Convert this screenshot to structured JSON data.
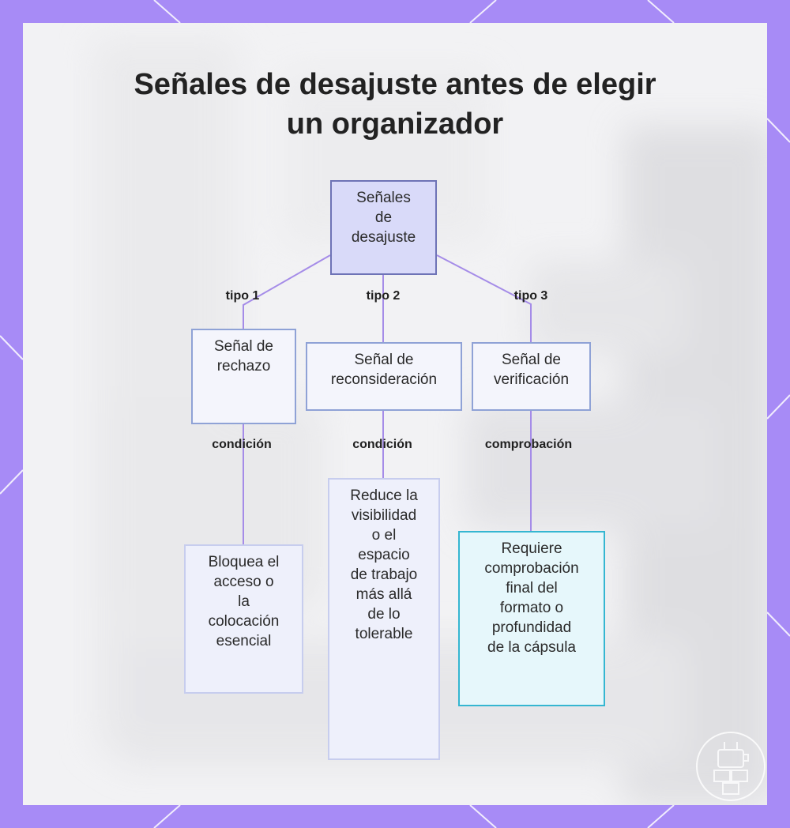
{
  "title_lines": [
    "Señales de desajuste antes de elegir",
    "un organizador"
  ],
  "nodes": {
    "root": [
      "Señales",
      "de",
      "desajuste"
    ],
    "rechazo": [
      "Señal de",
      "rechazo"
    ],
    "reconsideracion": [
      "Señal de",
      "reconsideración"
    ],
    "verificacion": [
      "Señal de",
      "verificación"
    ],
    "bloquea": [
      "Bloquea el",
      "acceso o",
      "la",
      "colocación",
      "esencial"
    ],
    "reduce": [
      "Reduce la",
      "visibilidad",
      "o el",
      "espacio",
      "de trabajo",
      "más allá",
      "de lo",
      "tolerable"
    ],
    "requiere": [
      "Requiere",
      "comprobación",
      "final del",
      "formato o",
      "profundidad",
      "de la cápsula"
    ]
  },
  "edge_labels": {
    "tipo1": "tipo 1",
    "tipo2": "tipo 2",
    "tipo3": "tipo 3",
    "condicion1": "condición",
    "condicion2": "condición",
    "comprobacion": "comprobación"
  },
  "colors": {
    "frame": "#a78bf6",
    "root_fill": "#d9daf9",
    "root_border": "#6e73b6",
    "connector": "#a58ce8",
    "accent_border": "#35b6d1"
  }
}
